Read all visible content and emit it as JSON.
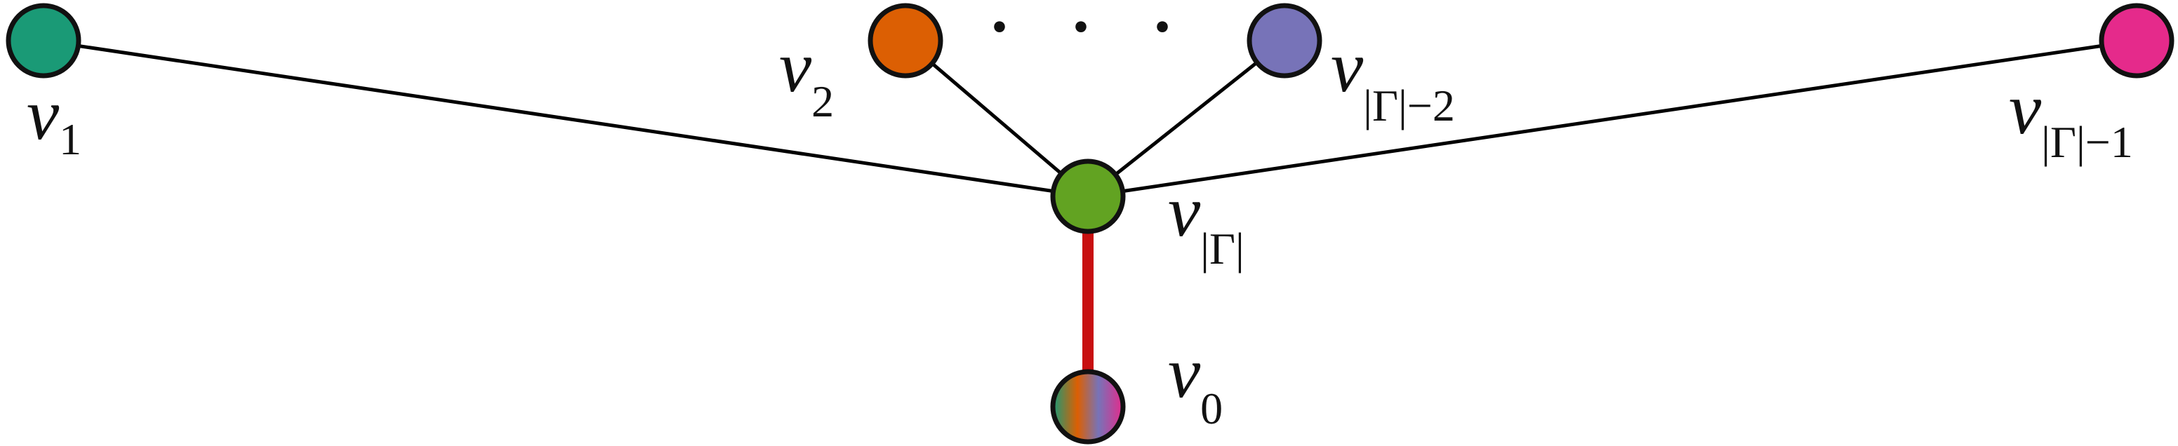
{
  "graph": {
    "nodes": {
      "v1": {
        "symbol": "v",
        "subscript": "1",
        "color": "#1a9a76"
      },
      "v2": {
        "symbol": "v",
        "subscript": "2",
        "color": "#dc5f03"
      },
      "vm2": {
        "symbol": "v",
        "subscript": "|Γ|−2",
        "color": "#7773b8"
      },
      "vm1": {
        "symbol": "v",
        "subscript": "|Γ|−1",
        "color": "#e52a8b"
      },
      "vc": {
        "symbol": "v",
        "subscript": "|Γ|",
        "color": "#62a322"
      },
      "v0": {
        "symbol": "v",
        "subscript": "0",
        "gradient": [
          "#1a9a76",
          "#dc5f03",
          "#7773b8",
          "#e52a8b"
        ]
      }
    },
    "edges": [
      {
        "from": "v1",
        "to": "vc",
        "color": "#000000"
      },
      {
        "from": "v2",
        "to": "vc",
        "color": "#000000"
      },
      {
        "from": "vm2",
        "to": "vc",
        "color": "#000000"
      },
      {
        "from": "vm1",
        "to": "vc",
        "color": "#000000"
      },
      {
        "from": "vc",
        "to": "v0",
        "color": "#c80f10"
      }
    ],
    "ellipsis": "· · ·"
  }
}
